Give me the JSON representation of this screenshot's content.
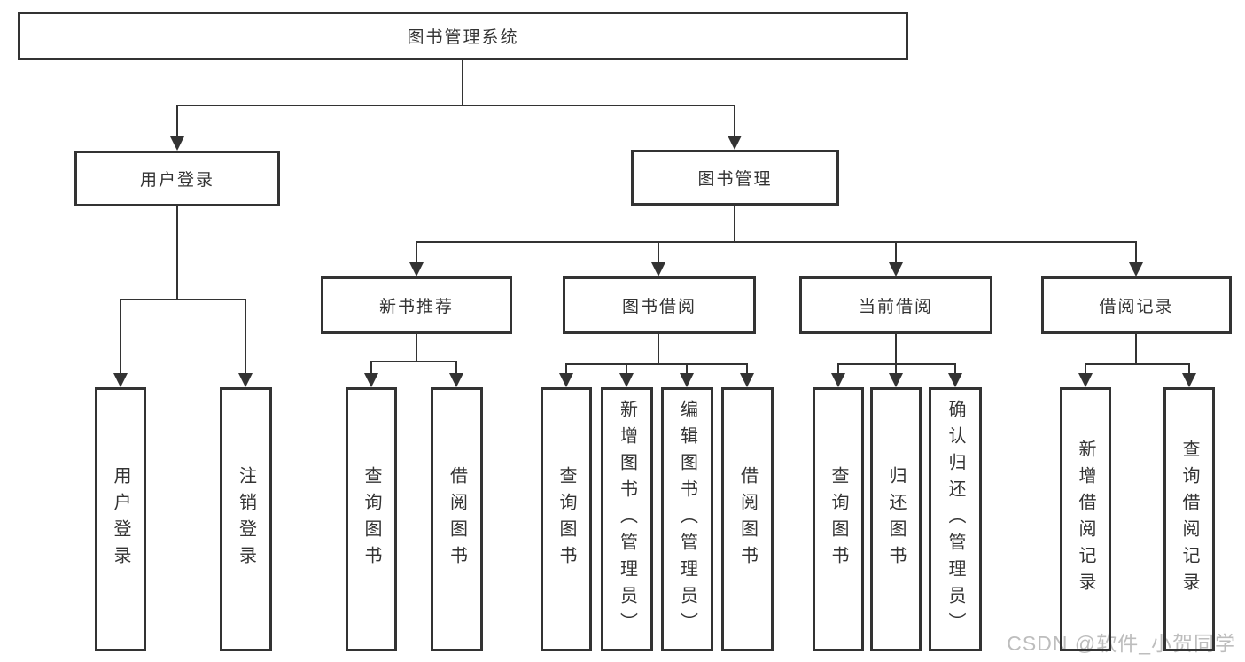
{
  "diagram": {
    "root": {
      "label": "图书管理系统",
      "children": [
        {
          "label": "用户登录",
          "children": [
            {
              "label": "用户登录"
            },
            {
              "label": "注销登录"
            }
          ]
        },
        {
          "label": "图书管理",
          "children": [
            {
              "label": "新书推荐",
              "children": [
                {
                  "label": "查询图书"
                },
                {
                  "label": "借阅图书"
                }
              ]
            },
            {
              "label": "图书借阅",
              "children": [
                {
                  "label": "查询图书"
                },
                {
                  "label": "新增图书（管理员）"
                },
                {
                  "label": "编辑图书（管理员）"
                },
                {
                  "label": "借阅图书"
                }
              ]
            },
            {
              "label": "当前借阅",
              "children": [
                {
                  "label": "查询图书"
                },
                {
                  "label": "归还图书"
                },
                {
                  "label": "确认归还（管理员）"
                }
              ]
            },
            {
              "label": "借阅记录",
              "children": [
                {
                  "label": "新增借阅记录"
                },
                {
                  "label": "查询借阅记录"
                }
              ]
            }
          ]
        }
      ]
    }
  },
  "colors": {
    "line": "#333333",
    "box_border": "#333333",
    "text": "#333333",
    "background": "#ffffff",
    "watermark": "#bdbdbd"
  },
  "watermark": {
    "text": "CSDN @软件_小贺同学"
  }
}
